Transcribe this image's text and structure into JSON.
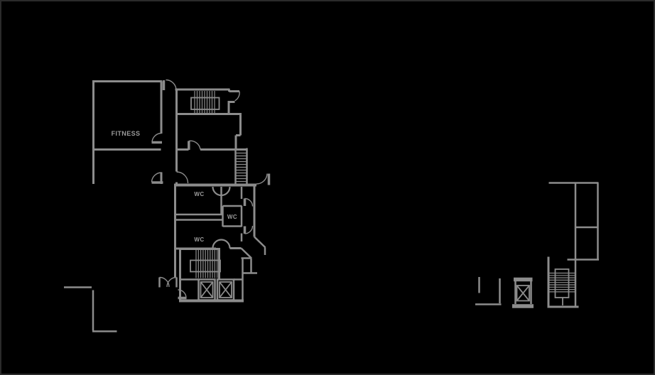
{
  "palette": {
    "background": "#000000",
    "frame_border": "#2b2b2b",
    "wall": "#8c8c8c",
    "label_text": "#9b9b9b"
  },
  "floor_plan": {
    "room_labels": {
      "fitness": "FITNESS",
      "wc_upper": "WC",
      "wc_middle": "WC",
      "wc_lower": "WC"
    }
  }
}
